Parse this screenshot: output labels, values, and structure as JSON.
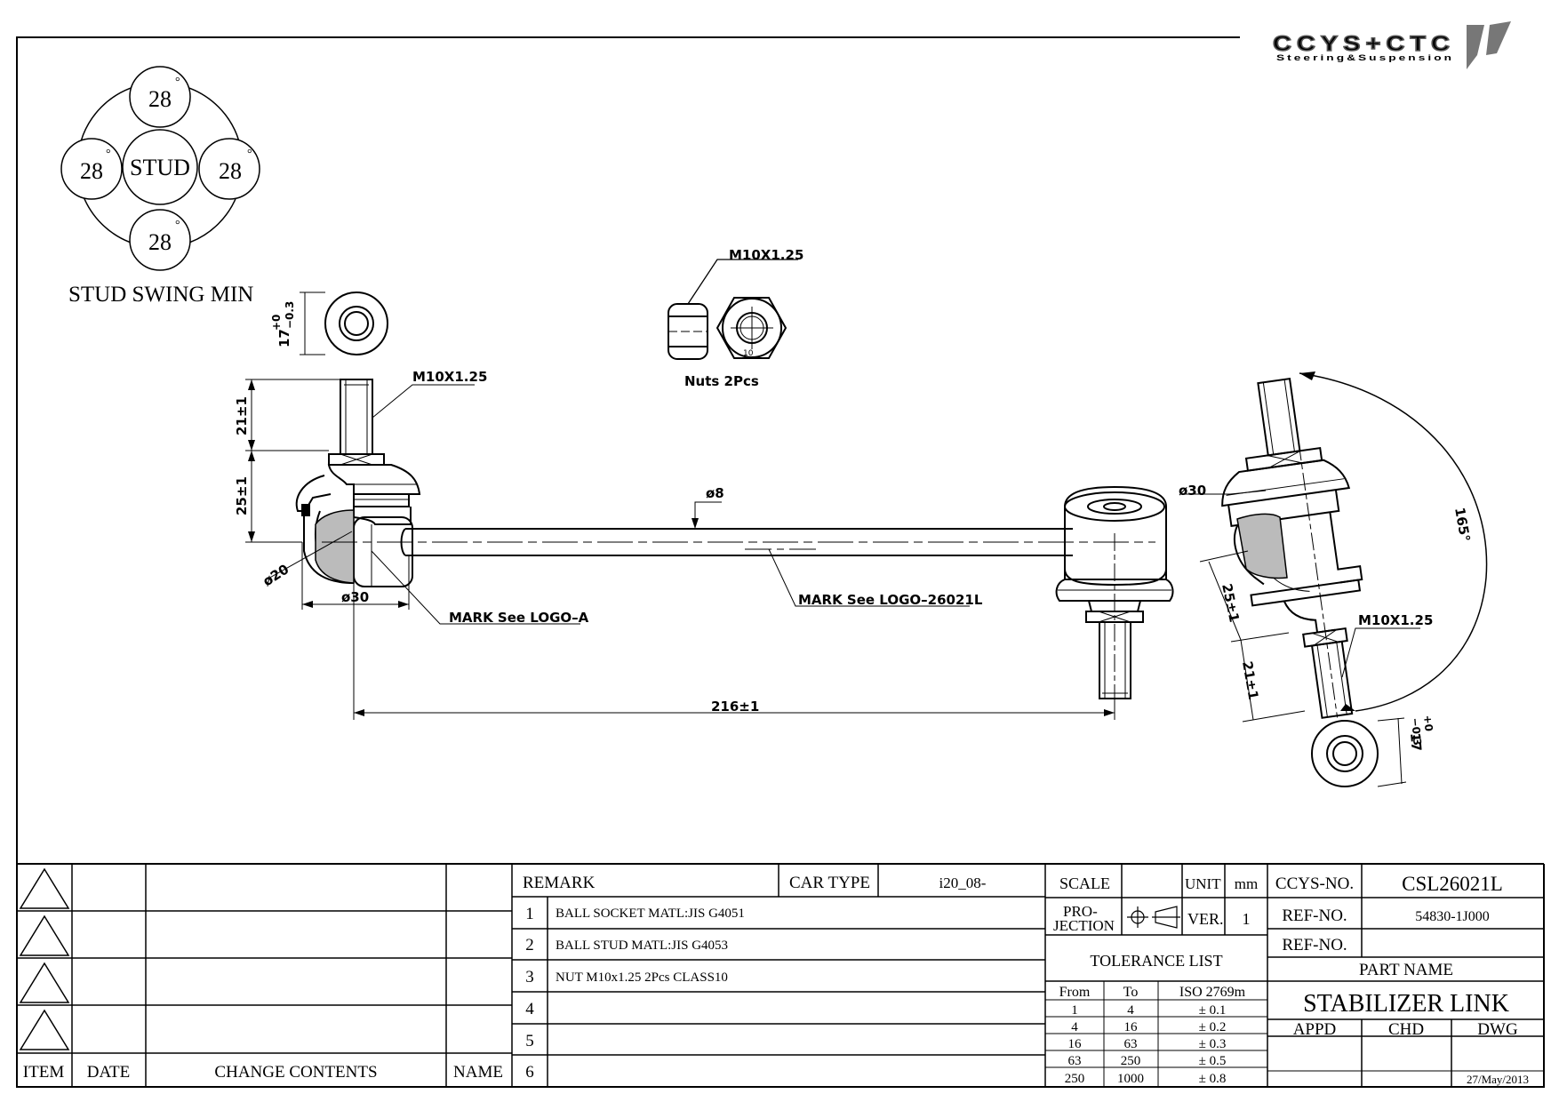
{
  "logo": {
    "brand": "CCYS+CTC",
    "tagline": "Steering&Suspension"
  },
  "stud_swing": {
    "angles": [
      "28",
      "28",
      "28",
      "28"
    ],
    "degree_symbol": "°",
    "center_label": "STUD",
    "caption": "STUD SWING MIN"
  },
  "nut_detail": {
    "thread_label": "M10X1.25",
    "caption": "Nuts 2Pcs",
    "size_mark": "10"
  },
  "left_end": {
    "hex_width": "17",
    "hex_tol_upper": "+0",
    "hex_tol_lower": "−0.3",
    "thread_label": "M10X1.25",
    "stud_length": "21±1",
    "height": "25±1",
    "ball_dia": "ø20",
    "socket_dia": "ø30",
    "mark_label": "MARK See LOGO–A"
  },
  "bar": {
    "dia": "ø8",
    "mark_label": "MARK See LOGO–26021L",
    "length": "216±1"
  },
  "right_end": {
    "socket_dia": "ø30",
    "angle": "165°",
    "height": "25±1",
    "stud_length": "21±1",
    "thread_label": "M10X1.25",
    "hex_width": "17",
    "hex_tol_upper": "+0",
    "hex_tol_lower": "−0.3"
  },
  "revision_table": {
    "headers": {
      "item": "ITEM",
      "date": "DATE",
      "change": "CHANGE CONTENTS",
      "name": "NAME"
    }
  },
  "remark_table": {
    "header": "REMARK",
    "car_type_label": "CAR TYPE",
    "car_type_value": "i20_08-",
    "rows": [
      {
        "no": "1",
        "text": "BALL SOCKET MATL:JIS G4051"
      },
      {
        "no": "2",
        "text": "BALL STUD MATL:JIS G4053"
      },
      {
        "no": "3",
        "text": "NUT M10x1.25 2Pcs CLASS10"
      },
      {
        "no": "4",
        "text": ""
      },
      {
        "no": "5",
        "text": ""
      },
      {
        "no": "6",
        "text": ""
      }
    ]
  },
  "spec_block": {
    "scale_label": "SCALE",
    "scale_value": "",
    "unit_label": "UNIT",
    "unit_value": "mm",
    "projection_label_1": "PRO-",
    "projection_label_2": "JECTION",
    "ver_label": "VER.",
    "ver_value": "1",
    "tolerance_title": "TOLERANCE LIST",
    "tolerance_headers": [
      "From",
      "To",
      "ISO 2769m"
    ],
    "tolerance_rows": [
      [
        "1",
        "4",
        "± 0.1"
      ],
      [
        "4",
        "16",
        "± 0.2"
      ],
      [
        "16",
        "63",
        "± 0.3"
      ],
      [
        "63",
        "250",
        "± 0.5"
      ],
      [
        "250",
        "1000",
        "± 0.8"
      ]
    ]
  },
  "title_block": {
    "ccys_no_label": "CCYS-NO.",
    "ccys_no_value": "CSL26021L",
    "ref_no_label_1": "REF-NO.",
    "ref_no_value_1": "54830-1J000",
    "ref_no_label_2": "REF-NO.",
    "ref_no_value_2": "",
    "part_name_label": "PART NAME",
    "part_name_value": "STABILIZER LINK",
    "appd_label": "APPD",
    "chd_label": "CHD",
    "dwg_label": "DWG",
    "date": "27/May/2013"
  }
}
